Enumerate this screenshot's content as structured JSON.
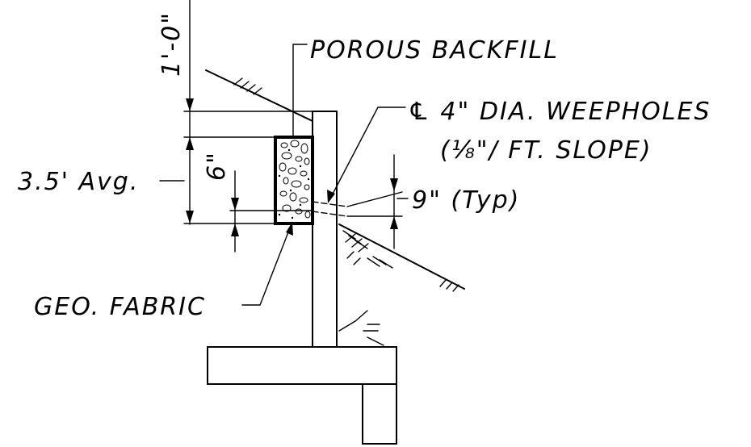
{
  "labels": {
    "porous_backfill": "POROUS BACKFILL",
    "weepholes_line1": "℄ 4\" DIA. WEEPHOLES",
    "weepholes_line2": "(⅛\"/ FT. SLOPE)",
    "spacing_typ": "9\" (Typ)",
    "avg_height": "3.5' Avg.",
    "geo_fabric": "GEO. FABRIC",
    "dim_top": "1'-0\"",
    "dim_six": "6\""
  }
}
